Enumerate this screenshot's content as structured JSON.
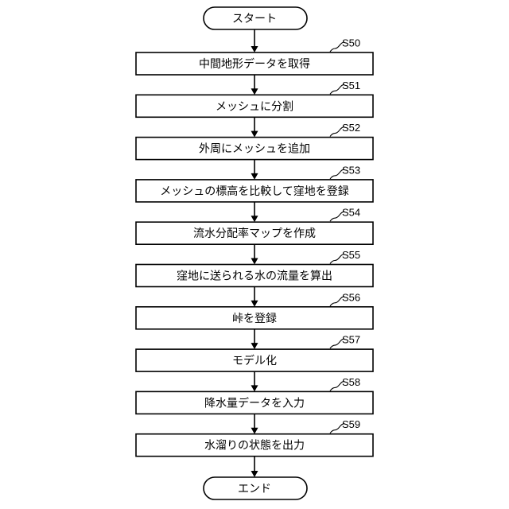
{
  "terminals": {
    "start": "スタート",
    "end": "エンド"
  },
  "steps": [
    {
      "id": "S50",
      "label": "中間地形データを取得"
    },
    {
      "id": "S51",
      "label": "メッシュに分割"
    },
    {
      "id": "S52",
      "label": "外周にメッシュを追加"
    },
    {
      "id": "S53",
      "label": "メッシュの標高を比較して窪地を登録"
    },
    {
      "id": "S54",
      "label": "流水分配率マップを作成"
    },
    {
      "id": "S55",
      "label": "窪地に送られる水の流量を算出"
    },
    {
      "id": "S56",
      "label": "峠を登録"
    },
    {
      "id": "S57",
      "label": "モデル化"
    },
    {
      "id": "S58",
      "label": "降水量データを入力"
    },
    {
      "id": "S59",
      "label": "水溜りの状態を出力"
    }
  ]
}
